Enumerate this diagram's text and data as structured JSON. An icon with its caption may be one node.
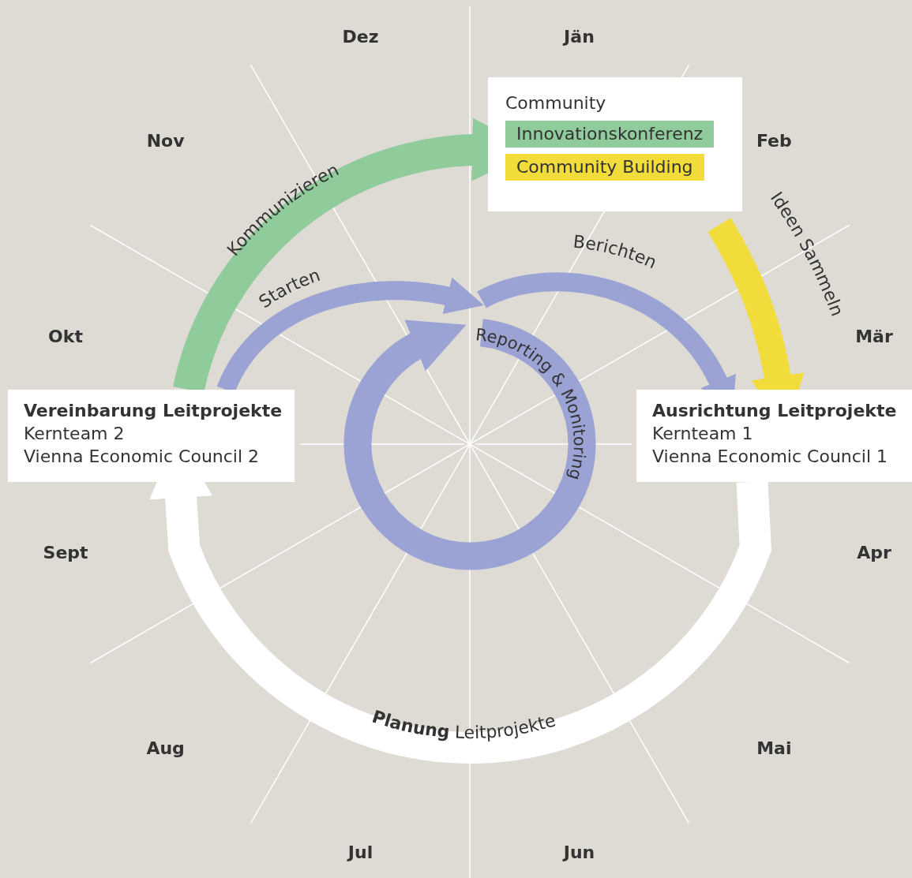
{
  "diagram": {
    "nodes": [
      {
        "text": [
          "Vereinbarung Leitprojekte",
          "Kernteam 2",
          "Vienna Economic Council 2"
        ]
      },
      {
        "text": [
          "Community"
        ]
      },
      {
        "text": [
          "Ausrichtung Leitprojekte",
          "Kernteam 1",
          "Vienna Economic Council 1"
        ]
      }
    ],
    "edges": [
      {
        "from": 0,
        "to": 1,
        "arrow": "to",
        "label": "Kommunizieren",
        "color": "#8fcb9b"
      },
      {
        "from": 0,
        "to": null,
        "arrow": "to",
        "label": "Starten",
        "color": "#9ba3d4"
      },
      {
        "from": null,
        "to": 2,
        "arrow": "to",
        "label": "Berichten",
        "color": "#9ba3d4"
      },
      {
        "from": 1,
        "to": 2,
        "arrow": "to",
        "label": "Ideen Sammeln",
        "color": "#f2dc3c"
      },
      {
        "from": 2,
        "to": 0,
        "arrow": "to",
        "label": "**Planung** Leitprojekte",
        "color": "#ffffff"
      }
    ],
    "labels": [
      "Dez",
      "Jän",
      "Nov",
      "Feb",
      "Okt",
      "Mär",
      "Reporting & Monitoring",
      "Sept",
      "Apr",
      "Aug",
      "Mai",
      "Jul",
      "Jun"
    ],
    "legend": [
      {
        "text": "Innovationskonferenz",
        "color": "#8fcb9b"
      },
      {
        "text": "Community Building",
        "color": "#f2dc3c"
      }
    ]
  }
}
